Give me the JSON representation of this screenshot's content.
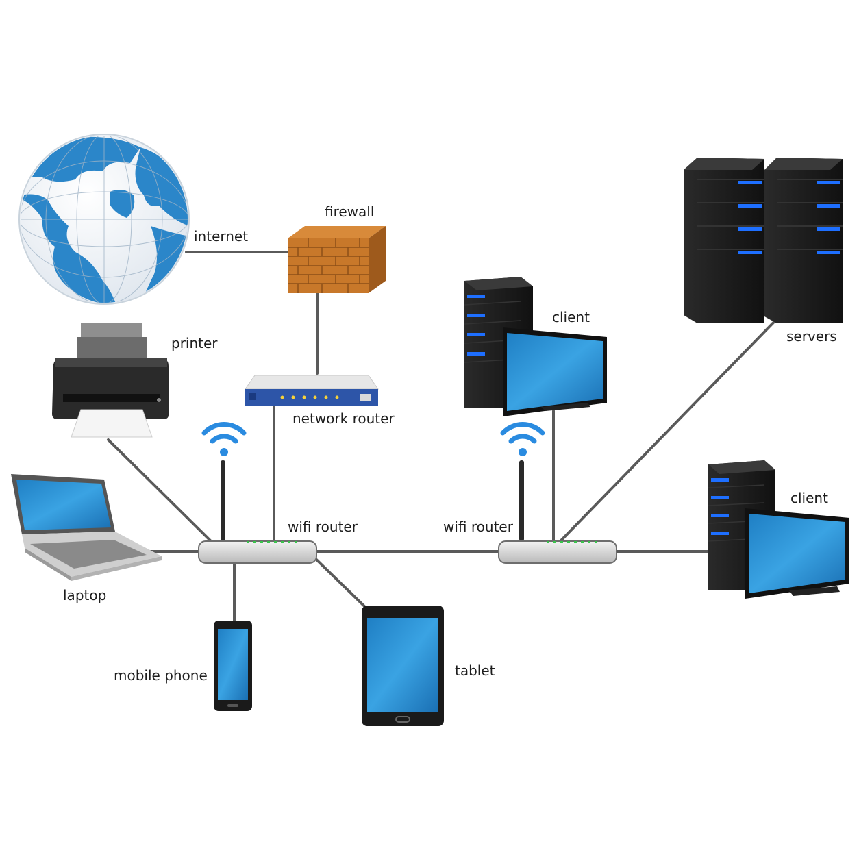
{
  "labels": {
    "internet": "internet",
    "firewall": "firewall",
    "printer": "printer",
    "network_router": "network router",
    "client_top": "client",
    "servers": "servers",
    "wifi_router_left": "wifi router",
    "wifi_router_right": "wifi router",
    "client_right": "client",
    "laptop": "laptop",
    "mobile_phone": "mobile phone",
    "tablet": "tablet"
  },
  "icons": [
    "globe-icon",
    "firewall-icon",
    "printer-icon",
    "network-router-icon",
    "client-computer-icon",
    "servers-icon",
    "wifi-router-icon",
    "wifi-signal-icon",
    "laptop-icon",
    "mobile-phone-icon",
    "tablet-icon"
  ],
  "colors": {
    "screen_blue": "#2a93d5",
    "ocean_blue": "#2b86c9",
    "brick_orange": "#c8782a",
    "tower_black": "#1c1c1c",
    "led_blue": "#1e6fff",
    "cable_gray": "#5a5a5a"
  }
}
